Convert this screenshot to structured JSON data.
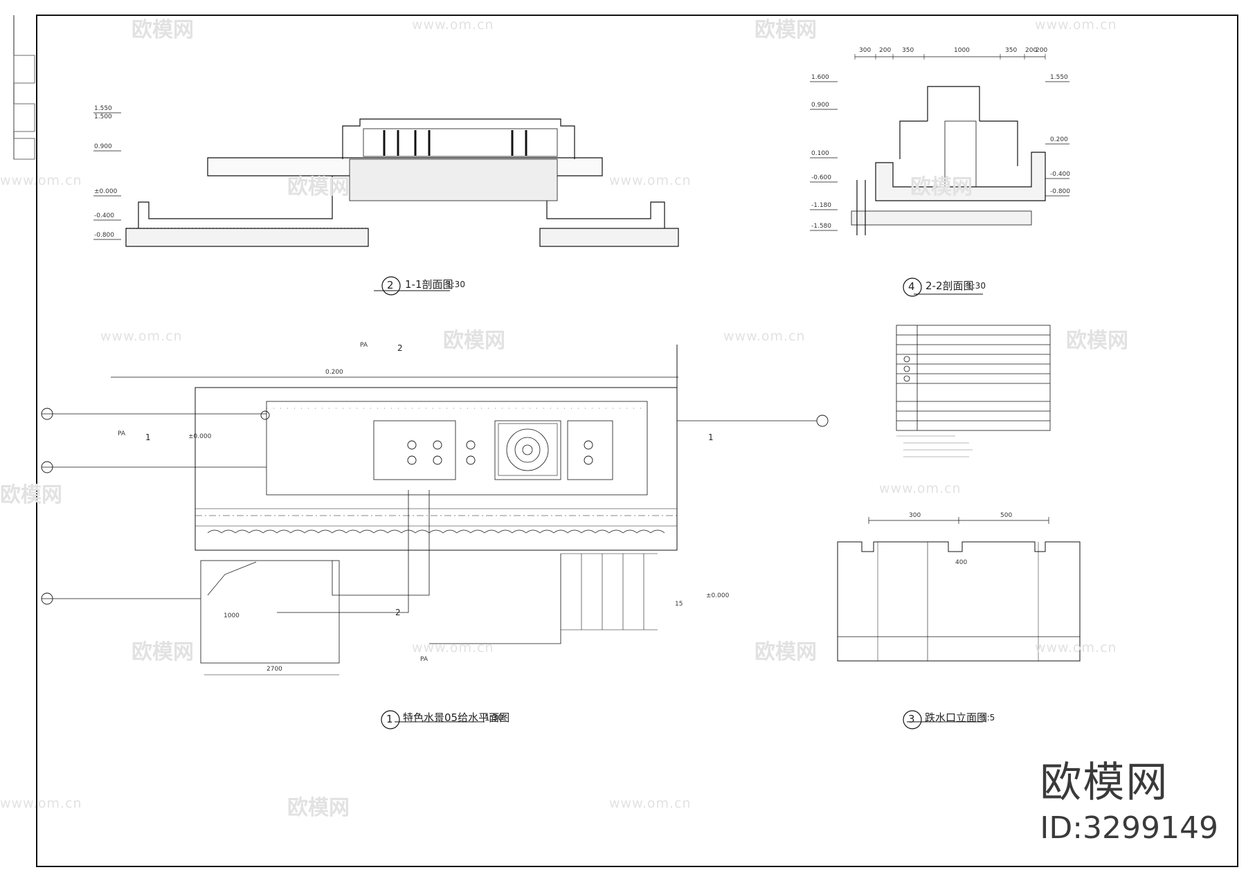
{
  "views": {
    "section_1_1": {
      "number": "2",
      "title": "1-1剖面图",
      "scale": "1:30"
    },
    "section_2_2": {
      "number": "4",
      "title": "2-2剖面图",
      "scale": "1:30"
    },
    "plan": {
      "number": "1",
      "title": "特色水景05给水平面图",
      "scale": "1:30"
    },
    "overflow_elevation": {
      "number": "3",
      "title": "跌水口立面图",
      "scale": "1:5"
    }
  },
  "section_1_1_levels": [
    "1.550",
    "1.500",
    "0.900",
    "±0.000",
    "-0.400",
    "-0.800"
  ],
  "section_2_2_levels": [
    "1.600",
    "0.900",
    "0.100",
    "-0.600",
    "-1.180",
    "-1.580"
  ],
  "section_2_2_right_levels": [
    "1.550",
    "0.200",
    "-0.400",
    "-0.800"
  ],
  "section_2_2_dims": [
    "300",
    "200",
    "350",
    "1000",
    "350",
    "200",
    "200"
  ],
  "plan_labels": {
    "pa": "PA",
    "cut_1": "1",
    "cut_2": "2",
    "level_top": "0.200",
    "level_left": "±0.000",
    "level_right": "±0.000",
    "dim_2700": "2700",
    "dim_1000": "1000",
    "dim_15": "15"
  },
  "elevation_dims": [
    "300",
    "500",
    "400"
  ],
  "watermarks": {
    "brand": "欧模网",
    "url": "www.om.cn"
  },
  "brand_mark": {
    "name": "欧模网",
    "id": "ID:3299149"
  }
}
